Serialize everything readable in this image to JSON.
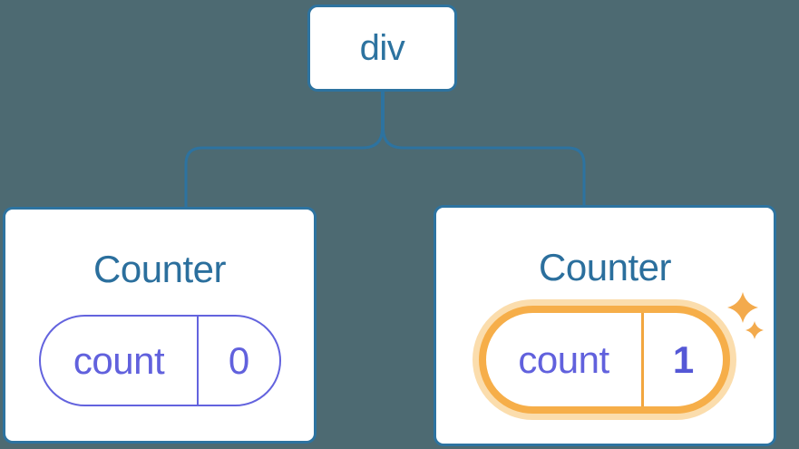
{
  "canvas": {
    "background": "#4d6a72"
  },
  "palette": {
    "node_border_blue": "#2d73a0",
    "root_label_blue": "#2d73a0",
    "title_blue": "#2b6f9d",
    "state_purple": "#6161dd",
    "state_value_bold_purple": "#5457d6",
    "highlight_ring_orange": "#f6ae49",
    "highlight_halo_orange": "#fbddad",
    "sparkle_orange": "#f3aa4c",
    "node_fill": "#ffffff"
  },
  "tree": {
    "root": {
      "label": "div"
    },
    "children": [
      {
        "title": "Counter",
        "state": {
          "name": "count",
          "value": "0",
          "highlighted": false
        }
      },
      {
        "title": "Counter",
        "state": {
          "name": "count",
          "value": "1",
          "highlighted": true
        }
      }
    ]
  },
  "icons": {
    "sparkles": "two four-point stars marking updated state"
  }
}
